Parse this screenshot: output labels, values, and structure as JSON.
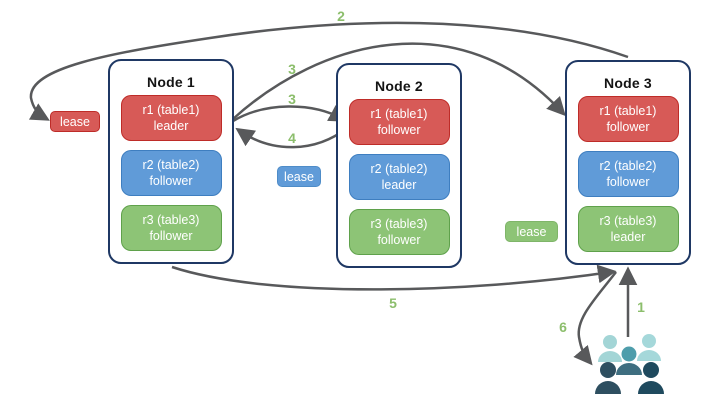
{
  "nodes": [
    {
      "title": "Node 1",
      "replicas": [
        {
          "line1": "r1 (table1)",
          "line2": "leader",
          "color": "red"
        },
        {
          "line1": "r2 (table2)",
          "line2": "follower",
          "color": "blue"
        },
        {
          "line1": "r3 (table3)",
          "line2": "follower",
          "color": "green"
        }
      ]
    },
    {
      "title": "Node 2",
      "replicas": [
        {
          "line1": "r1 (table1)",
          "line2": "follower",
          "color": "red"
        },
        {
          "line1": "r2 (table2)",
          "line2": "leader",
          "color": "blue"
        },
        {
          "line1": "r3 (table3)",
          "line2": "follower",
          "color": "green"
        }
      ]
    },
    {
      "title": "Node 3",
      "replicas": [
        {
          "line1": "r1 (table1)",
          "line2": "follower",
          "color": "red"
        },
        {
          "line1": "r2 (table2)",
          "line2": "follower",
          "color": "blue"
        },
        {
          "line1": "r3 (table3)",
          "line2": "leader",
          "color": "green"
        }
      ]
    }
  ],
  "leases": [
    {
      "label": "lease",
      "color": "red"
    },
    {
      "label": "lease",
      "color": "blue"
    },
    {
      "label": "lease",
      "color": "green"
    }
  ],
  "arrow_labels": {
    "step1": "1",
    "step2": "2",
    "step3_long": "3",
    "step3_short": "3",
    "step4": "4",
    "step5": "5",
    "step6": "6"
  },
  "icons": {
    "users": "users-group-icon"
  },
  "colors": {
    "red_fill": "#D75A57",
    "red_border": "#BE2C28",
    "blue_fill": "#609BD8",
    "blue_border": "#3E7EC0",
    "green_fill": "#8DC476",
    "green_border": "#5FA14B",
    "node_border": "#1F3864",
    "arrow": "#58595B",
    "step_label": "#8CBE6C",
    "users_light": "#A3D5D6",
    "users_mid_head": "#4E9DAB",
    "users_mid_body": "#3E6E80",
    "users_dark_left": "#2E4F60",
    "users_dark_right": "#1F4A5E"
  }
}
